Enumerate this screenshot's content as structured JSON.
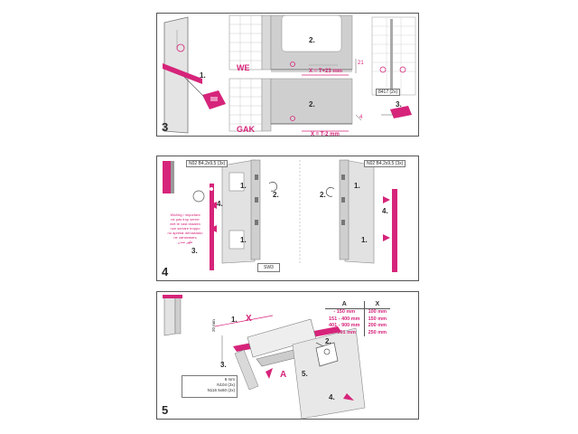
{
  "panel3": {
    "number": "3",
    "step1": "1.",
    "step2a": "2.",
    "step2b": "2.",
    "step3": "3.",
    "label_we": "WE",
    "label_gak": "GAK",
    "dim_we": "X = T+23 mm",
    "dim_gak": "X = T-2 mm",
    "dim_21": "21",
    "dim_4": "4",
    "part_label": "8417 (2x)"
  },
  "panel4": {
    "number": "4",
    "left_part_label": "N02 B4,2x9,5 (3x)",
    "right_part_label": "N02 B4,2x9,5 (3x)",
    "sw_label": "SW3",
    "steps_left": [
      "1.",
      "2.",
      "3.",
      "4.",
      "1."
    ],
    "steps_right": [
      "1.",
      "2.",
      "4.",
      "1."
    ],
    "warning_lines": [
      "Wichtig / important",
      "ne pas trop serrer",
      "niet te vast draaien",
      "non serrare troppo",
      "no apretar demasiado",
      "не затягивать",
      "ظهر شدن"
    ]
  },
  "panel5": {
    "number": "5",
    "table_headers": [
      "A",
      "X"
    ],
    "table_rows": [
      [
        "- 150 mm",
        "100 mm"
      ],
      [
        "151 - 400 mm",
        "150 mm"
      ],
      [
        "401 - 900 mm",
        "200 mm"
      ],
      [
        "> 901 mm",
        "250 mm"
      ]
    ],
    "step1": "1.",
    "step2": "2.",
    "step3": "3.",
    "step4": "4.",
    "step5": "5.",
    "label_x": "X",
    "label_a": "A",
    "dim_vertical": "20 mm",
    "parts": [
      "8 mm",
      "N104 (2x)",
      "N116 5x60 (2x)"
    ]
  },
  "colors": {
    "accent": "#d6247a",
    "line": "#555555"
  }
}
